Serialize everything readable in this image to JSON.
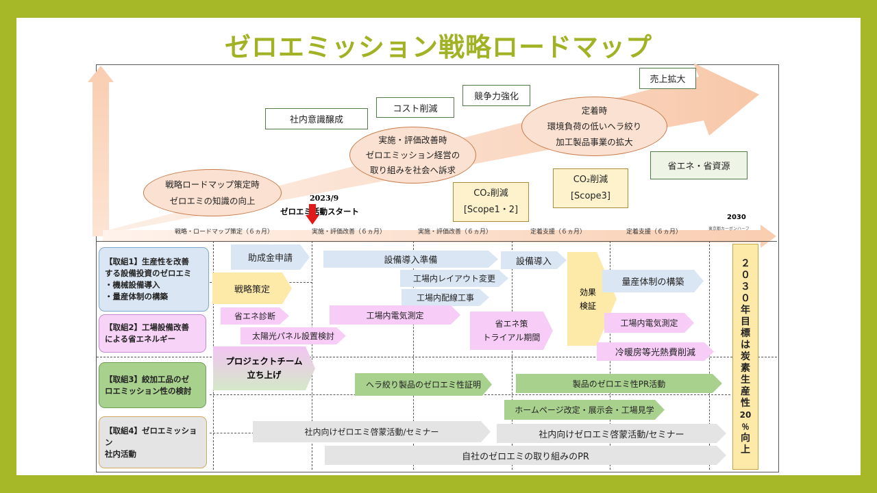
{
  "title": "ゼロエミッション戦略ロードマップ",
  "colors": {
    "frame": "#a6b727",
    "title": "#a2b225"
  },
  "timeline": {
    "start_date": "2023/9",
    "start_label": "ゼロエミ活動スタート",
    "end_year": "2030",
    "end_note": "東京都カーボンハーフ",
    "phases": [
      "戦略・ロードマップ策定（６ヵ月）",
      "実施・評価改善（６ヵ月）",
      "実施・評価改善（６ヵ月）",
      "定着支援（６ヵ月）",
      "定着支援（６ヵ月）"
    ]
  },
  "top": {
    "oval1": [
      "戦略ロードマップ策定時",
      "ゼロエミの知識の向上"
    ],
    "oval2": [
      "実施・評価改善時",
      "ゼロエミッション経営の",
      "取り組みを社会へ訴求"
    ],
    "oval3": [
      "定着時",
      "環境負荷の低いヘラ絞り",
      "加工製品事業の拡大"
    ],
    "box_awareness": "社内意識醸成",
    "box_cost": "コスト削減",
    "box_competitive": "競争力強化",
    "box_sales": "売上拡大",
    "box_energy": "省エネ・省資源",
    "co2_scope12": [
      "CO₂削減",
      "[Scope1・2]"
    ],
    "co2_scope3": [
      "CO₂削減",
      "[Scope3]"
    ]
  },
  "rows": [
    {
      "lines": [
        "【取組1】生産性を改善",
        "する設備投資のゼロエミ",
        "・機械設備導入",
        "・量産体制の構築"
      ]
    },
    {
      "lines": [
        "【取組2】工場設備改善",
        "による省エネルギー"
      ]
    },
    {
      "lines": [
        "【取組3】絞加工品のゼ",
        "ロエミッション性の検討"
      ]
    },
    {
      "lines": [
        "【取組4】ゼロエミッション",
        "社内活動"
      ]
    }
  ],
  "tasks": {
    "subsidy": "助成金申請",
    "equipment_prep": "設備導入準備",
    "equipment_install": "設備導入",
    "layout_change": "工場内レイアウト変更",
    "wiring": "工場内配線工事",
    "strategy": "戦略策定",
    "effect_verify": [
      "効果",
      "検証"
    ],
    "mass_production": "量産体制の構築",
    "energy_diagnosis": "省エネ診断",
    "power_measure1": "工場内電気測定",
    "energy_trial": [
      "省エネ策",
      "トライアル期間"
    ],
    "power_measure2": "工場内電気測定",
    "solar_panel": "太陽光パネル設置検討",
    "hvac": "冷暖房等光熱費削減",
    "project_team": [
      "プロジェクトチーム",
      "立ち上げ"
    ],
    "zeroemi_proof": "ヘラ絞り製品のゼロエミ性証明",
    "product_pr": "製品のゼロエミ性PR活動",
    "hp_exhibition": "ホームページ改定・展示会・工場見学",
    "seminar1": "社内向けゼロエミ啓蒙活動/セミナー",
    "seminar2": "社内向けゼロエミ啓蒙活動/セミナー",
    "company_pr": "自社のゼロエミの取り組みのPR"
  },
  "goal": [
    "２",
    "０",
    "３",
    "０",
    "年",
    "目",
    "標",
    "は",
    "炭",
    "素",
    "生",
    "産",
    "性",
    "20",
    "％",
    "向",
    "上"
  ]
}
